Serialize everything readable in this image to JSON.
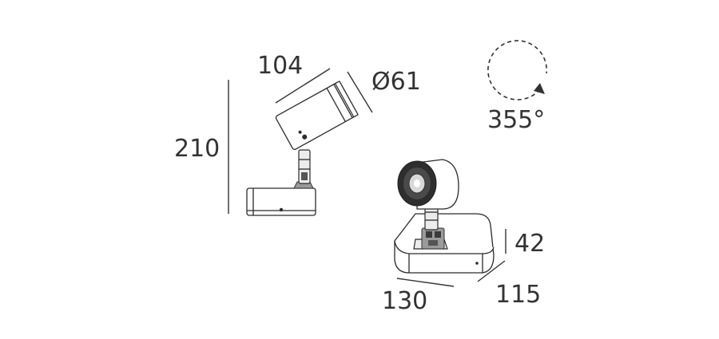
{
  "dimensions": {
    "height_total": "210",
    "head_length": "104",
    "head_diameter": "Ø61",
    "base_length": "130",
    "base_width": "115",
    "base_height": "42"
  },
  "rotation": {
    "angle_label": "355°"
  },
  "colors": {
    "line": "#333333",
    "dark_part": "#2e2e2e",
    "background": "#ffffff"
  }
}
